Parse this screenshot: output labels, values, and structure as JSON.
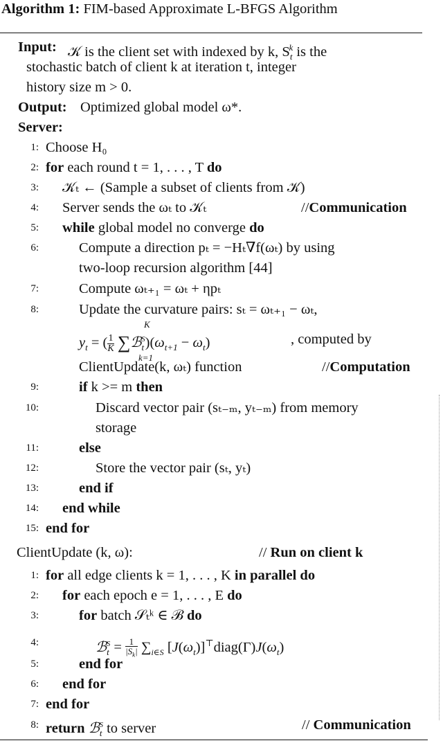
{
  "caption": {
    "label": "Algorithm 1:",
    "title": "FIM-based Approximate L-BFGS Algorithm"
  },
  "io": {
    "input_label": "Input:",
    "input_text_1": "𝒦 is the client set with indexed by k, S",
    "input_text_1b": " is the",
    "input_text_2": "stochastic batch of client k at iteration t, integer",
    "input_text_3": "history size m > 0.",
    "output_label": "Output:",
    "output_text": "Optimized global model ω*.",
    "server_label": "Server:"
  },
  "server_lines": [
    {
      "n": "1:",
      "text": "Choose H₀"
    },
    {
      "n": "2:",
      "kw": "for",
      "text": " each round t = 1, . . . , T ",
      "kw2": "do"
    },
    {
      "n": "3:",
      "text": "𝒦ₜ ← (Sample a subset of clients from 𝒦)"
    },
    {
      "n": "4:",
      "text": "Server sends the ωₜ to 𝒦ₜ",
      "comment_prefix": "//",
      "comment": "Communication"
    },
    {
      "n": "5:",
      "kw": "while",
      "text": " global model no converge ",
      "kw2": "do"
    },
    {
      "n": "6:",
      "text": "Compute a direction pₜ = −Hₜ∇f(ωₜ) by using"
    },
    {
      "n": "",
      "text": "two-loop recursion algorithm [44]"
    },
    {
      "n": "7:",
      "text": "Compute ωₜ₊₁ = ωₜ + ηpₜ"
    },
    {
      "n": "8:",
      "text": "Update the curvature pairs: sₜ = ωₜ₊₁ − ωₜ,"
    },
    {
      "n": "",
      "text": ", computed by"
    },
    {
      "n": "",
      "text": "ClientUpdate(k, ωₜ) function",
      "comment_prefix": "//",
      "comment": "Computation"
    },
    {
      "n": "9:",
      "kw": "if",
      "text": " k >= m ",
      "kw2": "then"
    },
    {
      "n": "10:",
      "text": "Discard vector pair (sₜ₋ₘ, yₜ₋ₘ) from memory"
    },
    {
      "n": "",
      "text": "storage"
    },
    {
      "n": "11:",
      "kw": "else"
    },
    {
      "n": "12:",
      "text": "Store the vector pair (sₜ, yₜ)"
    },
    {
      "n": "13:",
      "kw": "end if"
    },
    {
      "n": "14:",
      "kw": "end while"
    },
    {
      "n": "15:",
      "kw": "end for"
    }
  ],
  "client": {
    "header": "ClientUpdate (k, ω):",
    "header_comment_prefix": "//",
    "header_comment": "Run on client k",
    "lines": [
      {
        "n": "1:",
        "kw": "for",
        "text": " all edge clients k = 1, . . . , K ",
        "kw2": "in parallel do"
      },
      {
        "n": "2:",
        "kw": "for",
        "text": " each epoch e = 1, . . . , E ",
        "kw2": "do"
      },
      {
        "n": "3:",
        "kw": "for",
        "text": " batch 𝒮ₜᵏ ∈ ℬ  ",
        "kw2": "do"
      },
      {
        "n": "4:",
        "text": ""
      },
      {
        "n": "5:",
        "kw": "end for"
      },
      {
        "n": "6:",
        "kw": "end for"
      },
      {
        "n": "7:",
        "kw": "end for"
      },
      {
        "n": "8:",
        "kw": "return",
        "text": " to server",
        "comment_prefix": "//",
        "comment": "Communication"
      }
    ]
  }
}
